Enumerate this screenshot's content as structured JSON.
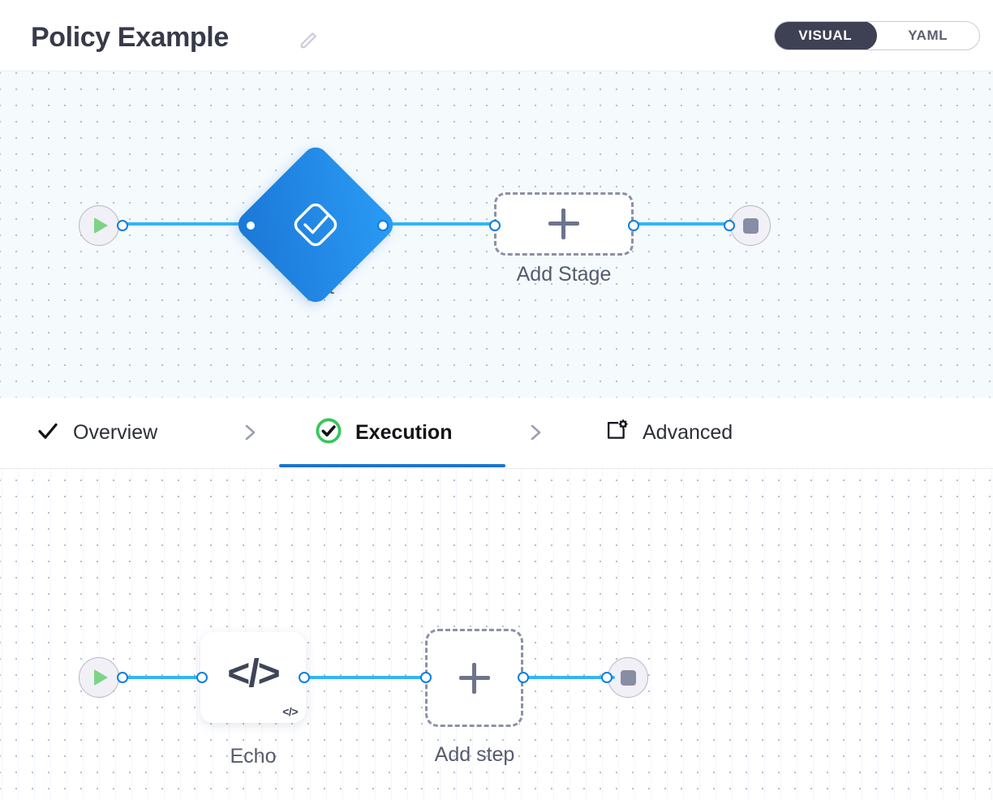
{
  "header": {
    "title": "Policy Example",
    "edit_icon": "pencil-icon",
    "view_toggle": {
      "options": [
        "VISUAL",
        "YAML"
      ],
      "selected": "VISUAL"
    }
  },
  "stage_canvas": {
    "start_node": {
      "icon": "play-icon",
      "color": "#7ed387"
    },
    "end_node": {
      "icon": "stop-square-icon",
      "color": "#878da4"
    },
    "nodes": [
      {
        "label": "Test",
        "type": "stage",
        "icon": "check-diamond-icon",
        "color": "#2a9cf5"
      },
      {
        "label": "Add Stage",
        "type": "add",
        "icon": "plus-icon"
      }
    ]
  },
  "tabs": [
    {
      "label": "Overview",
      "icon": "check-icon",
      "active": false
    },
    {
      "label": "Execution",
      "icon": "check-circle-icon",
      "active": true
    },
    {
      "label": "Advanced",
      "icon": "window-gear-icon",
      "active": false
    }
  ],
  "tab_separator_icon": "chevron-right-icon",
  "step_canvas": {
    "start_node": {
      "icon": "play-icon",
      "color": "#7ed387"
    },
    "end_node": {
      "icon": "stop-square-icon",
      "color": "#878da4"
    },
    "nodes": [
      {
        "label": "Echo",
        "type": "step",
        "icon": "code-icon",
        "badge": "</>"
      },
      {
        "label": "Add step",
        "type": "add",
        "icon": "plus-icon"
      }
    ]
  },
  "colors": {
    "wire": "#33b5f5",
    "port": "#0c7fdd",
    "active_tab": "#1976d2",
    "stage": "#2a9cf5",
    "toggle_active_bg": "#3e4153",
    "check_green": "#34c759"
  }
}
